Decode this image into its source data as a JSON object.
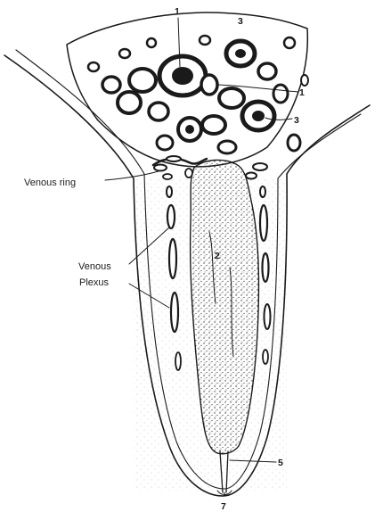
{
  "labels": {
    "venous_ring": "Venous ring",
    "venous_plexus_line1": "Venous",
    "venous_plexus_line2": "Plexus",
    "marker_1_top": "1",
    "marker_1_right": "1",
    "marker_3_top": "3",
    "marker_3_right": "3",
    "marker_2": "2",
    "marker_5": "5",
    "marker_7": "7"
  },
  "colors": {
    "ink": "#1a1a1a",
    "stipple": "#3a3a3a",
    "background": "#ffffff"
  }
}
